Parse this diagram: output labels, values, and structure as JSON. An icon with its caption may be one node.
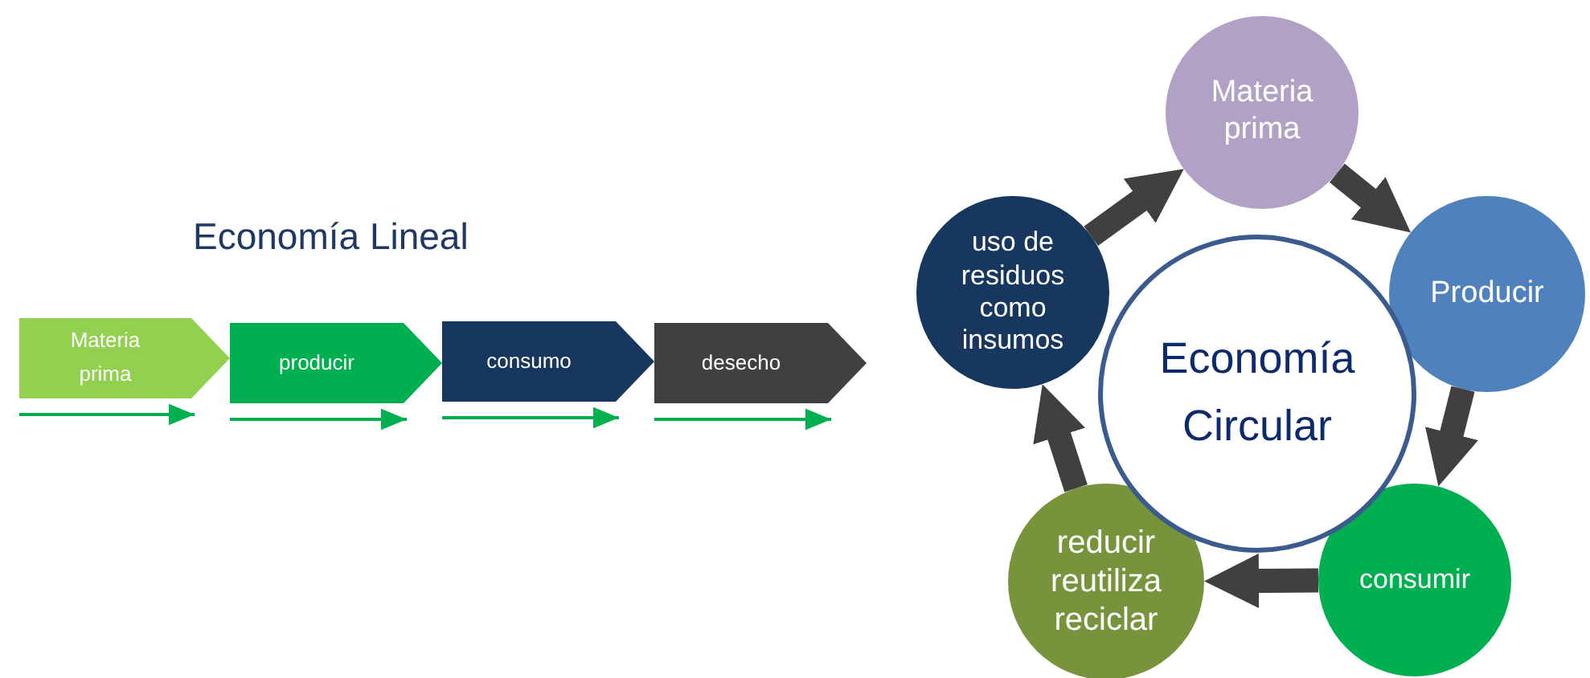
{
  "diagram": {
    "nodes": [
      {
        "text": [
          "Materia prima"
        ]
      },
      {
        "text": [
          "producir"
        ]
      },
      {
        "text": [
          "consumo"
        ]
      },
      {
        "text": [
          "desecho"
        ]
      },
      {
        "text": [
          "Materia prima"
        ]
      },
      {
        "text": [
          "Producir"
        ]
      },
      {
        "text": [
          "consumir"
        ]
      },
      {
        "text": [
          "reducir reutiliza reciclar"
        ]
      },
      {
        "text": [
          "uso de residuos como insumos"
        ]
      },
      {
        "text": [
          "Economía Circular"
        ]
      }
    ],
    "edges": [
      {
        "from": 4,
        "to": 5,
        "arrow": "to"
      },
      {
        "from": 5,
        "to": 6,
        "arrow": "to"
      },
      {
        "from": 6,
        "to": 7,
        "arrow": "to"
      },
      {
        "from": 7,
        "to": 8,
        "arrow": "to"
      },
      {
        "from": 8,
        "to": 4,
        "arrow": "to"
      }
    ],
    "labels": [
      "Economía Lineal"
    ]
  }
}
